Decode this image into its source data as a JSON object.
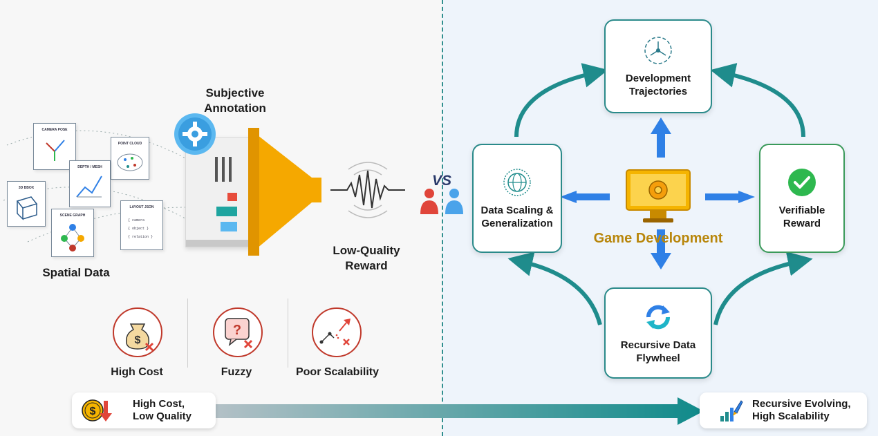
{
  "left": {
    "spatial_data_label": "Spatial Data",
    "annotation_label": "Subjective\nAnnotation",
    "reward_label": "Low-Quality\nReward",
    "docs": {
      "camera_pose": "CAMERA POSE",
      "point_cloud": "POINT CLOUD",
      "depth_mesh": "DEPTH / MESH",
      "bbox": "3D BBOX",
      "scene_graph": "SCENE GRAPH",
      "layout_json": "LAYOUT JSON",
      "json_lines": [
        "{ camera",
        "{ object }",
        "{ relation }"
      ]
    },
    "cons": [
      {
        "label": "High Cost",
        "icon": "money-bag-x-icon"
      },
      {
        "label": "Fuzzy",
        "icon": "question-bubble-x-icon"
      },
      {
        "label": "Poor Scalability",
        "icon": "broken-growth-icon"
      }
    ]
  },
  "vs_label": "VS",
  "right": {
    "center_label": "Game Development",
    "nodes": {
      "top": "Development\nTrajectories",
      "left": "Data Scaling &\nGeneralization",
      "right": "Verifiable\nReward",
      "bottom": "Recursive Data\nFlywheel"
    }
  },
  "bottom": {
    "left_text": "High Cost,\nLow Quality",
    "right_text": "Recursive Evolving,\nHigh Scalability"
  },
  "colors": {
    "teal": "#1f8c8c",
    "blue_arrow": "#2f80e6",
    "gold": "#b8860b",
    "funnel": "#f5a800",
    "red": "#c0392b",
    "green": "#2eb84f"
  }
}
